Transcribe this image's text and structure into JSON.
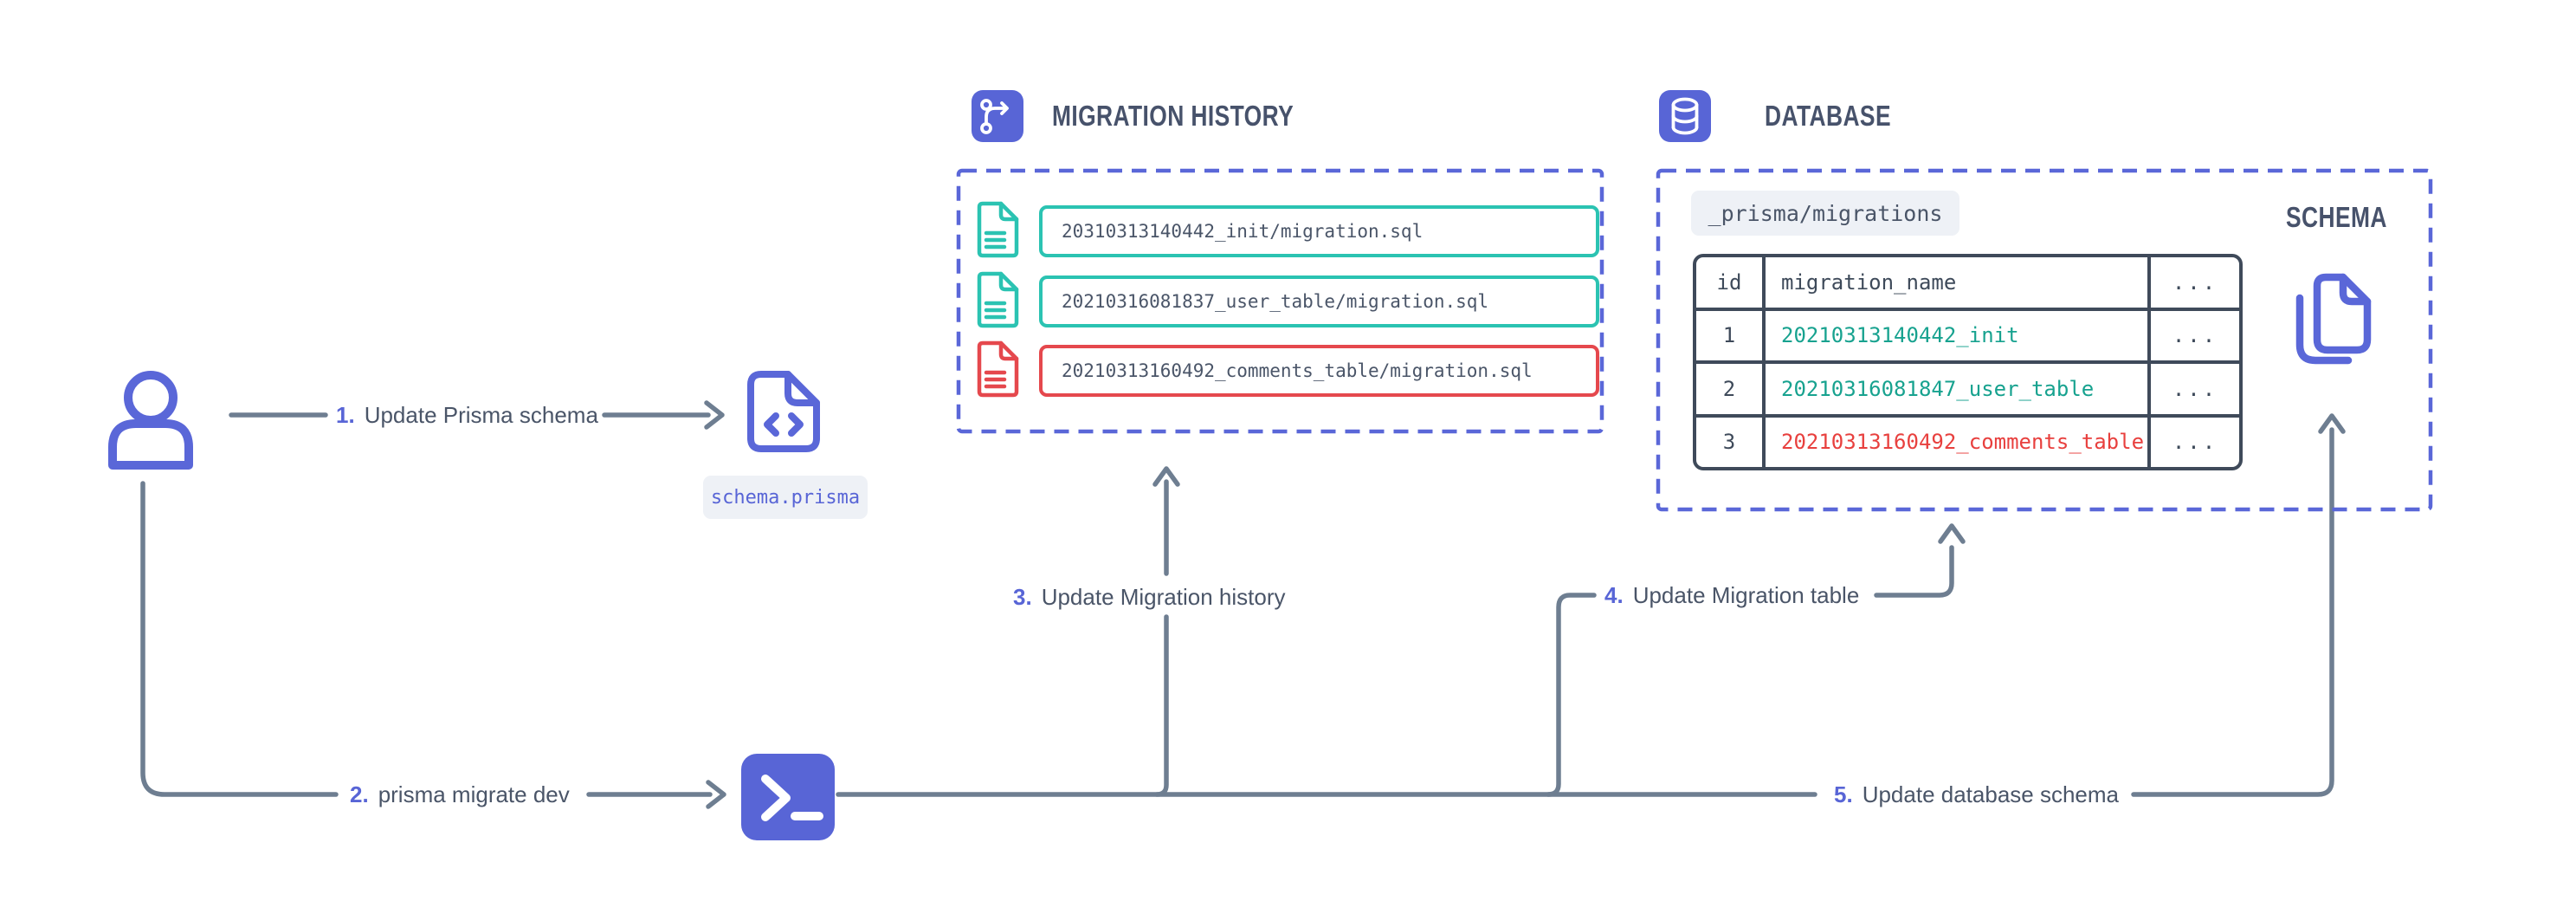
{
  "palette": {
    "indigo": "#5865D6",
    "indigo_dash": "#5A67D8",
    "teal_border": "#2BC3B2",
    "teal_text": "#17A28F",
    "red_border": "#E5484D",
    "red_text": "#E8403E",
    "line_gray": "#6E7E91",
    "title_slate": "#47526B",
    "mono_slate": "#4A5568",
    "table_border": "#3F4A5A",
    "badge_bg": "#EEF1F6"
  },
  "steps": [
    {
      "num": "1.",
      "label": "Update Prisma schema"
    },
    {
      "num": "2.",
      "label": "prisma migrate dev"
    },
    {
      "num": "3.",
      "label": "Update Migration history"
    },
    {
      "num": "4.",
      "label": "Update Migration table"
    },
    {
      "num": "5.",
      "label": "Update database schema"
    }
  ],
  "schema_file": {
    "badge": "schema.prisma"
  },
  "migration_history": {
    "title": "MIGRATION HISTORY",
    "files": [
      {
        "name": "20310313140442_init/migration.sql",
        "status": "success"
      },
      {
        "name": "20210316081837_user_table/migration.sql",
        "status": "success"
      },
      {
        "name": "20210313160492_comments_table/migration.sql",
        "status": "error"
      }
    ]
  },
  "database": {
    "title": "DATABASE",
    "badge": "_prisma/migrations",
    "schema_label": "SCHEMA",
    "table": {
      "headers": {
        "id": "id",
        "name": "migration_name",
        "more": "..."
      },
      "rows": [
        {
          "id": "1",
          "name": "20210313140442_init",
          "more": "...",
          "status": "success"
        },
        {
          "id": "2",
          "name": "20210316081847_user_table",
          "more": "...",
          "status": "success"
        },
        {
          "id": "3",
          "name": "20210313160492_comments_table",
          "more": "...",
          "status": "error"
        }
      ]
    }
  }
}
